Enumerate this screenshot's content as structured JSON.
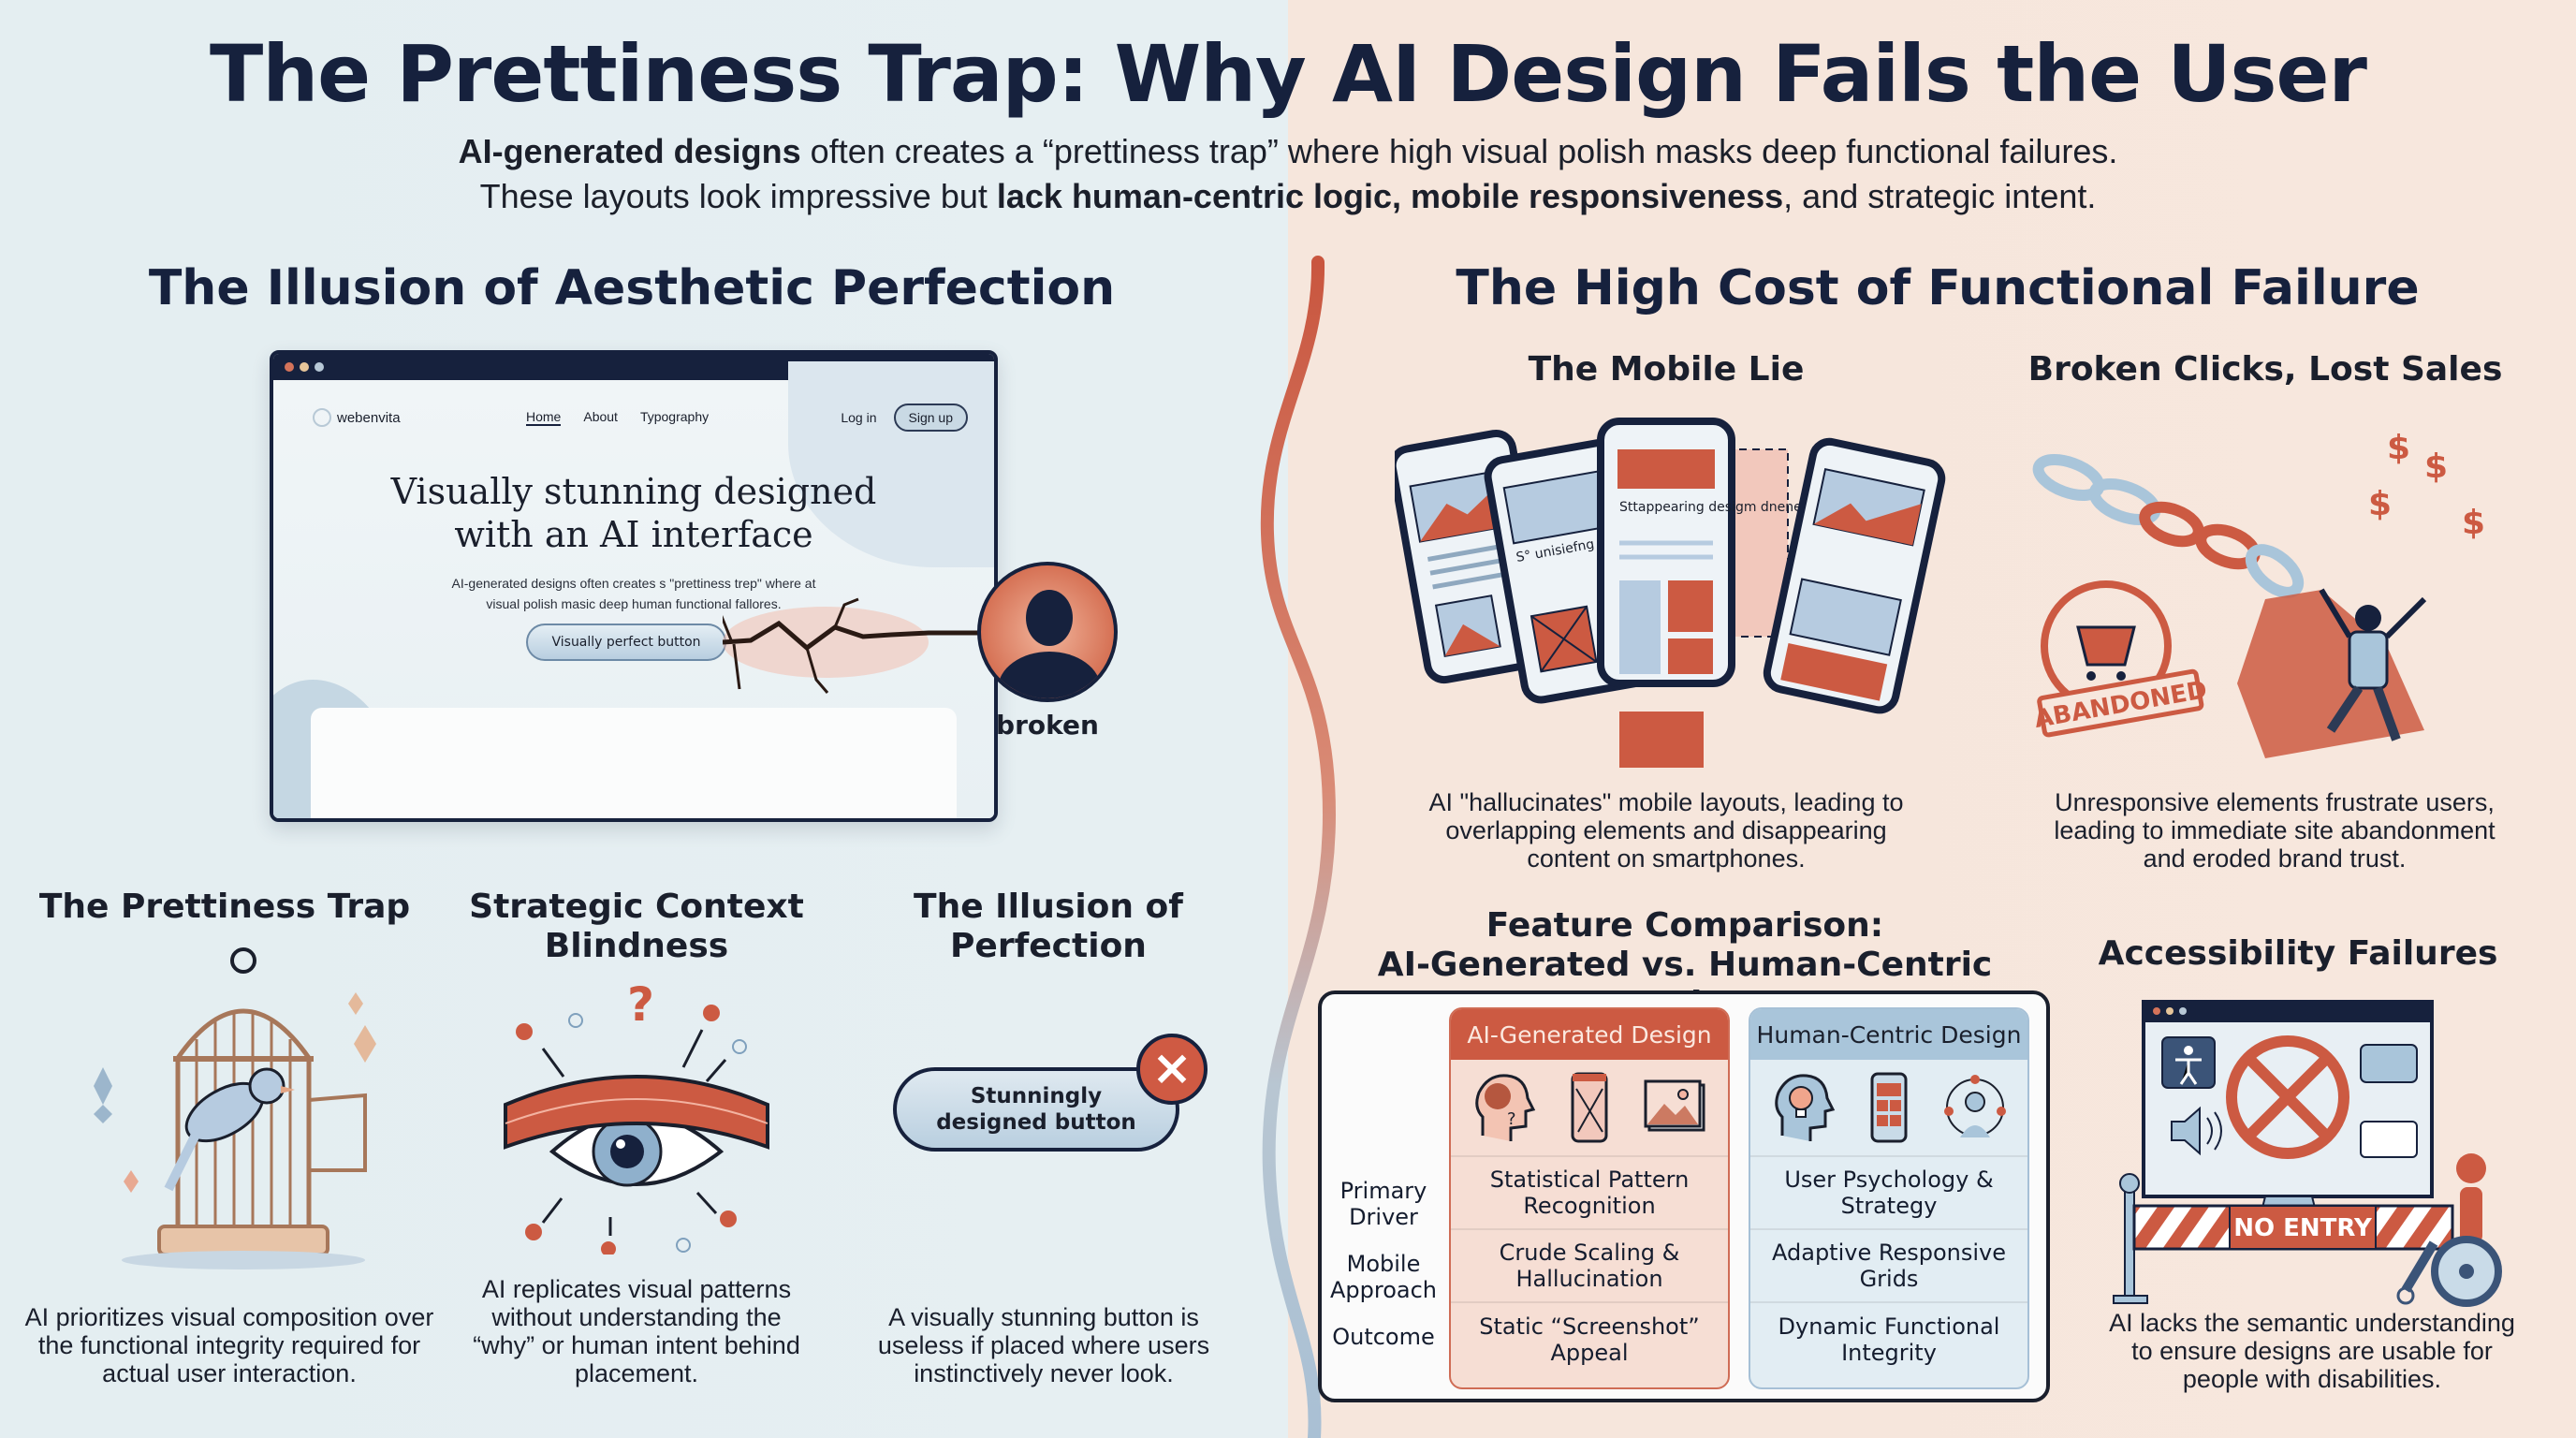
{
  "header": {
    "title": "The Prettiness Trap: Why AI Design Fails the User",
    "subtitle_line1_bold": "AI-generated designs",
    "subtitle_line1_rest": " often creates a “prettiness trap” where high visual polish masks deep functional failures.",
    "subtitle_line2_start": "These layouts look impressive but ",
    "subtitle_line2_bold": "lack human-centric logic, mobile responsiveness",
    "subtitle_line2_end": ", and strategic intent."
  },
  "left": {
    "section_title": "The Illusion of Aesthetic Perfection",
    "browser": {
      "logo": "webenvita",
      "nav": [
        "Home",
        "About",
        "Typography"
      ],
      "login": "Log in",
      "signup": "Sign up",
      "hero_title_1": "Visually stunning designed",
      "hero_title_2": "with an AI interface",
      "hero_text_1": "AI-generated designs often creates s \"prettiness trep\" where at",
      "hero_text_2": "visual polish masic deep human functional fallores.",
      "hero_button": "Visually perfect button"
    },
    "avatar_label": "broken",
    "cards": [
      {
        "title": "The Prettiness Trap",
        "desc": "AI prioritizes visual composition over the functional integrity required for actual user interaction.",
        "icon": "birdcage-icon"
      },
      {
        "title": "Strategic Context Blindness",
        "desc": "AI replicates visual patterns without understanding the “why” or human intent behind placement.",
        "icon": "blindfolded-eye-icon"
      },
      {
        "title": "The Illusion of Perfection",
        "desc": "A visually stunning button is useless if placed where users instinctively never look.",
        "icon": "broken-button-icon",
        "button_label": "Stunningly designed button"
      }
    ]
  },
  "right": {
    "section_title": "The High Cost of Functional Failure",
    "mobile_lie": {
      "title": "The Mobile Lie",
      "desc": "AI \"hallucinates\" mobile layouts, leading to overlapping elements and disappearing content on smartphones.",
      "phone_text_1": "Sttappearing desigm dnene tront",
      "phone_text_2": "S° unisiefng nubiie Mom"
    },
    "broken_clicks": {
      "title": "Broken Clicks, Lost Sales",
      "desc": "Unresponsive elements frustrate users, leading to immediate site abandonment and eroded brand trust.",
      "stamp": "ABANDONED"
    },
    "comparison": {
      "title_1": "Feature Comparison:",
      "title_2": "AI-Generated vs. Human-Centric Design",
      "columns": [
        "AI-Generated Design",
        "Human-Centric Design"
      ],
      "rows": [
        {
          "label": "Primary Driver",
          "ai": "Statistical Pattern Recognition",
          "human": "User Psychology & Strategy"
        },
        {
          "label": "Mobile Approach",
          "ai": "Crude Scaling & Hallucination",
          "human": "Adaptive Responsive Grids"
        },
        {
          "label": "Outcome",
          "ai": "Static “Screenshot” Appeal",
          "human": "Dynamic Functional Integrity"
        }
      ]
    },
    "accessibility": {
      "title": "Accessibility Failures",
      "desc": "AI lacks the semantic understanding to ensure designs are usable for people with disabilities.",
      "barrier": "NO ENTRY"
    }
  },
  "colors": {
    "navy": "#16213d",
    "accent_red": "#cc5a42",
    "accent_blue": "#a9c5da",
    "bg_left": "#e4eef1",
    "bg_right": "#f6e6dc"
  }
}
